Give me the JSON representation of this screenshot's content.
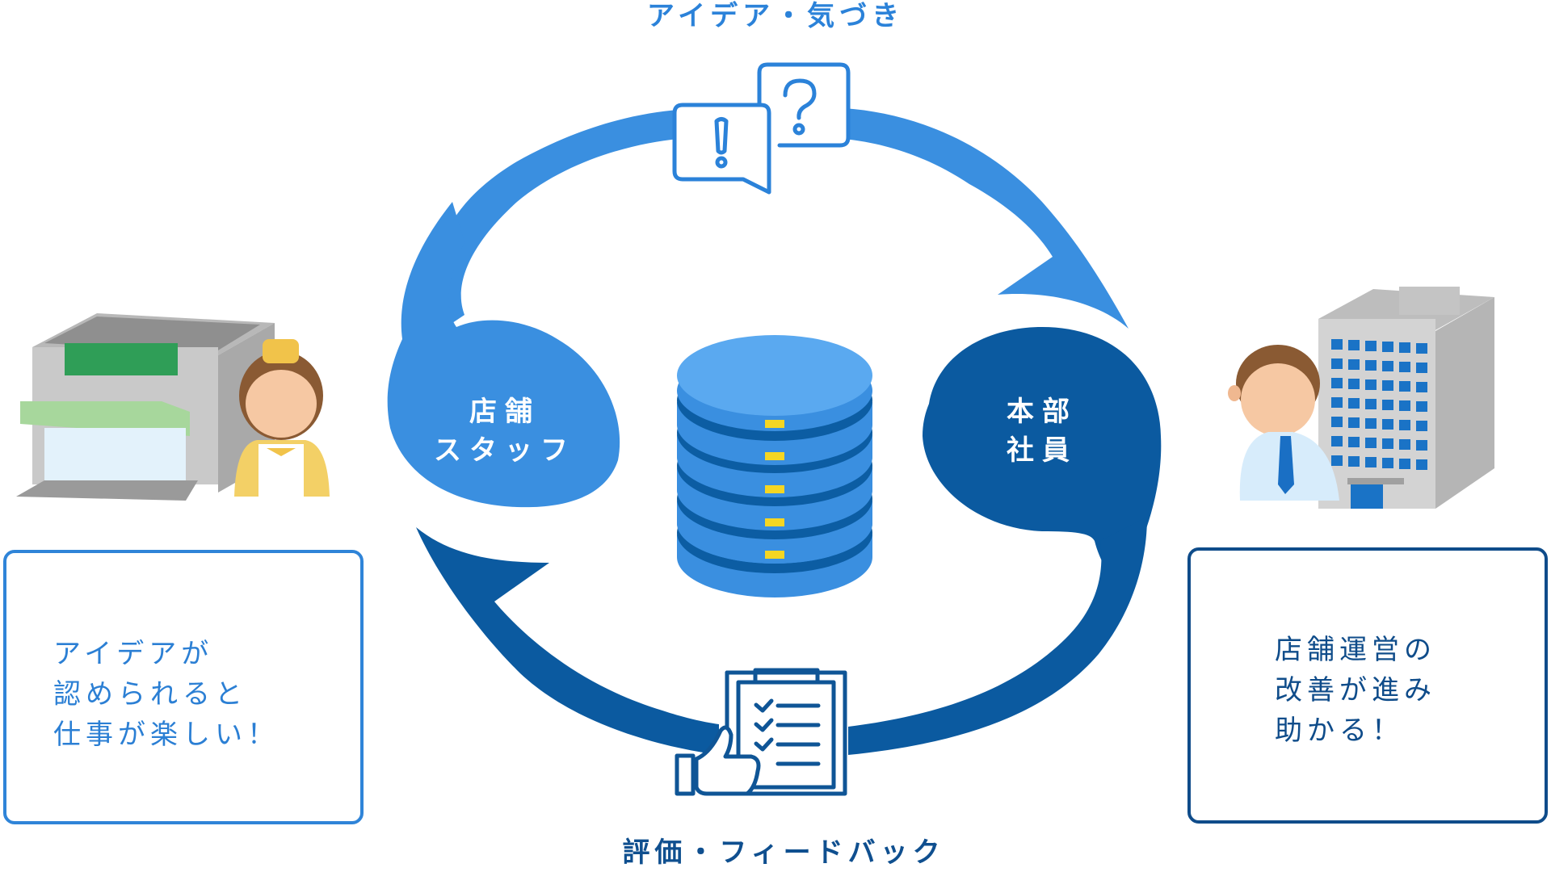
{
  "title_top": "アイデア・気づき",
  "title_bottom": "評価・フィードバック",
  "store_staff": {
    "lines": [
      "店舗",
      "スタッフ"
    ],
    "icon": "store-with-staff-illustration"
  },
  "hq_staff": {
    "lines": [
      "本部",
      "社員"
    ],
    "icon": "office-building-with-employee-illustration"
  },
  "center_icon": "database-icon",
  "top_icon": "speech-bubbles-exclamation-question-icon",
  "bottom_icon": "clipboard-checklist-thumbs-up-icon",
  "left_message": {
    "lines": [
      "アイデアが",
      "認められると",
      "仕事が楽しい！"
    ]
  },
  "right_message": {
    "lines": [
      "店舗運営の",
      "改善が進み",
      "助かる！"
    ]
  },
  "colors": {
    "light_blue": "#3a8fe0",
    "navy": "#0b5aa0",
    "db_top": "#5aa9f0",
    "db_band": "#0c5da3",
    "db_led": "#f5d623"
  }
}
